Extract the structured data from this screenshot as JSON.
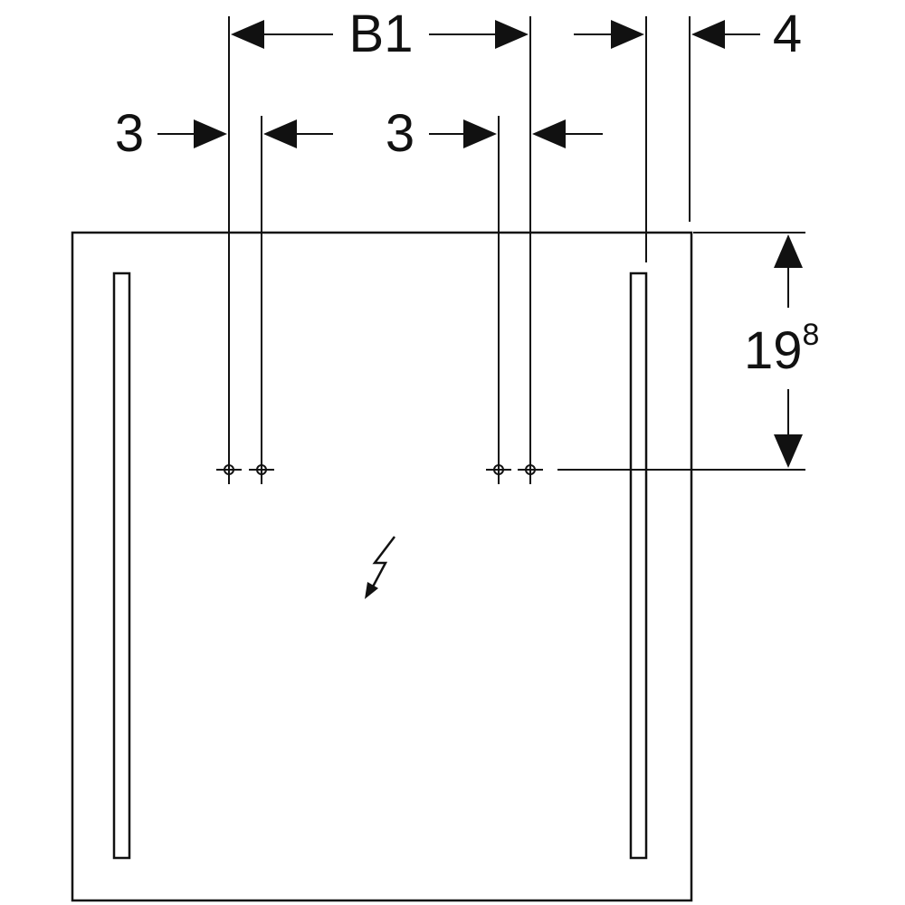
{
  "diagram": {
    "type": "technical-dimension-drawing",
    "dimensions": {
      "top_width": {
        "label": "B1"
      },
      "right_offset": {
        "label": "4"
      },
      "left_hole_spacing": {
        "label": "3"
      },
      "right_hole_spacing": {
        "label": "3"
      },
      "height_from_top": {
        "base": "19",
        "superscript": "8"
      }
    },
    "icons": {
      "electrical_connection": "lightning-bolt-icon",
      "mounting_points": "crosshair-icon"
    },
    "colors": {
      "line": "#111111",
      "background": "#ffffff"
    }
  }
}
